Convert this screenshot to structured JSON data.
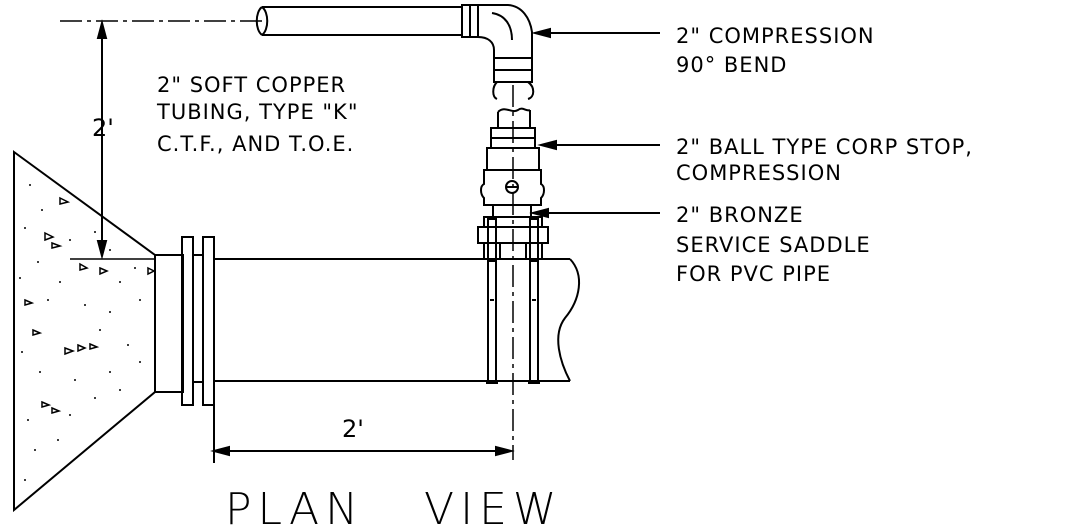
{
  "labels": {
    "tubing_line1": "2\" SOFT COPPER",
    "tubing_line2": "TUBING, TYPE \"K\"",
    "tubing_line3": "C.T.F., AND T.O.E.",
    "bend_line1": "2\" COMPRESSION",
    "bend_line2": "90° BEND",
    "corp_line1": "2\"  BALL TYPE CORP STOP,",
    "corp_line2": "COMPRESSION",
    "saddle_line1": "2\" BRONZE",
    "saddle_line2": "SERVICE SADDLE",
    "saddle_line3": "FOR PVC PIPE"
  },
  "dimensions": {
    "vertical": "2'",
    "horizontal": "2'"
  },
  "title": "PLAN   VIEW"
}
